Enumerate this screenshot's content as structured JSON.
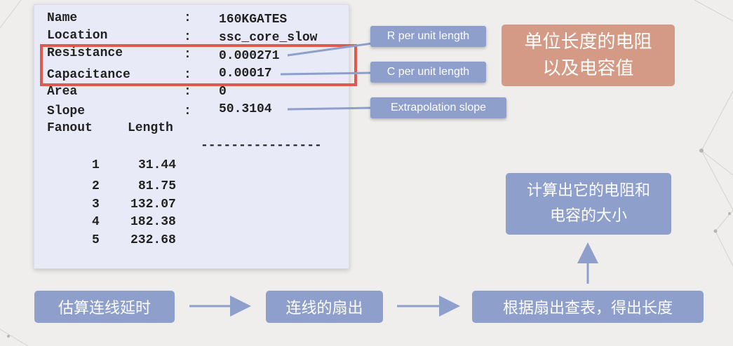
{
  "report": {
    "name_label": "Name",
    "location_label": "Location",
    "resistance_label": "Resistance",
    "capacitance_label": "Capacitance",
    "area_label": "Area",
    "slope_label": "Slope",
    "colon": ":",
    "name_value": "160KGATES",
    "location_value": "ssc_core_slow",
    "resistance_value": "0.000271",
    "capacitance_value": "0.00017",
    "area_value": "0",
    "slope_value": "50.3104",
    "fanout_header": "Fanout",
    "length_header": "Length",
    "divider": "----------------",
    "rows": [
      {
        "fanout": "1",
        "length": "31.44"
      },
      {
        "fanout": "2",
        "length": "81.75"
      },
      {
        "fanout": "3",
        "length": "132.07"
      },
      {
        "fanout": "4",
        "length": "182.38"
      },
      {
        "fanout": "5",
        "length": "232.68"
      }
    ]
  },
  "callouts": {
    "r_per_unit": "R per unit length",
    "c_per_unit": "C per unit length",
    "extrapolation": "Extrapolation slope"
  },
  "notes": {
    "resistance_capacitance_line1": "单位长度的电阻",
    "resistance_capacitance_line2": "以及电容值",
    "compute_line1": "计算出它的电阻和",
    "compute_line2": "电容的大小"
  },
  "flow": {
    "step1": "估算连线延时",
    "step2": "连线的扇出",
    "step3": "根据扇出查表，得出长度"
  },
  "colors": {
    "accent_blue": "#8e9fcc",
    "accent_red": "#d49a86",
    "highlight_border": "#e0594e",
    "panel_bg": "#e9eaf7"
  }
}
